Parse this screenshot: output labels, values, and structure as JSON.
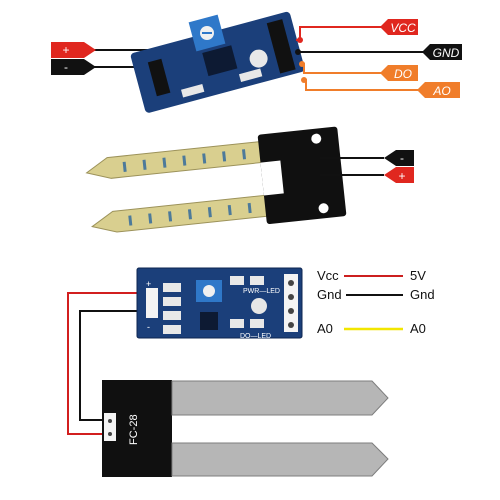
{
  "top_figure": {
    "left_plus": "+",
    "left_minus": "-",
    "right_plus": "+",
    "right_minus": "-",
    "pins": [
      "VCC",
      "GND",
      "DO",
      "AO"
    ],
    "pin_colors": [
      "#e0271f",
      "#111111",
      "#f07d2a",
      "#f07d2a"
    ]
  },
  "bottom_figure": {
    "module_plus": "+",
    "module_minus": "-",
    "pwr_led": "PWR—LED",
    "do_led": "DO—LED",
    "probe_label": "FC-28"
  },
  "legend": {
    "rows": [
      {
        "left": "Vcc",
        "right": "5V",
        "color": "#cc1f1f"
      },
      {
        "left": "Gnd",
        "right": "Gnd",
        "color": "#111111"
      },
      {
        "left": "A0",
        "right": "A0",
        "color": "#f2e600"
      }
    ]
  },
  "colors": {
    "pcb_blue": "#1b3f7a",
    "probe_gold": "#d9cf8f",
    "probe_gray": "#b6b6b6",
    "board_dark": "#101010"
  }
}
